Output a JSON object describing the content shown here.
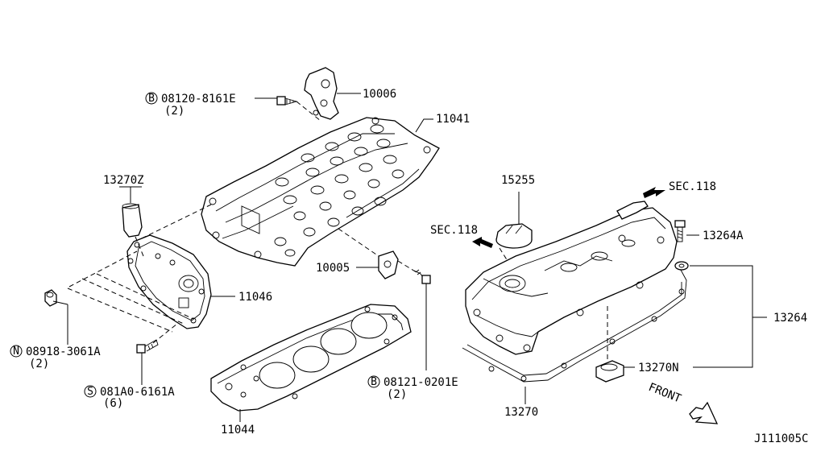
{
  "labels": {
    "p10006": "10006",
    "p11041": "11041",
    "p15255": "15255",
    "p13270z": "13270Z",
    "p13264a": "13264A",
    "p10005": "10005",
    "p11046": "11046",
    "p13264": "13264",
    "p13270n": "13270N",
    "p13270": "13270",
    "p11044": "11044",
    "sec118_upper": "SEC.118",
    "sec118_left": "SEC.118",
    "front": "FRONT",
    "diagram_code": "J111005C"
  },
  "callouts": {
    "b1": {
      "marker": "B",
      "number": "08120-8161E",
      "qty": "(2)"
    },
    "n1": {
      "marker": "N",
      "number": "08918-3061A",
      "qty": "(2)"
    },
    "s1": {
      "marker": "S",
      "number": "081A0-6161A",
      "qty": "(6)"
    },
    "b2": {
      "marker": "B",
      "number": "08121-0201E",
      "qty": "(2)"
    }
  }
}
